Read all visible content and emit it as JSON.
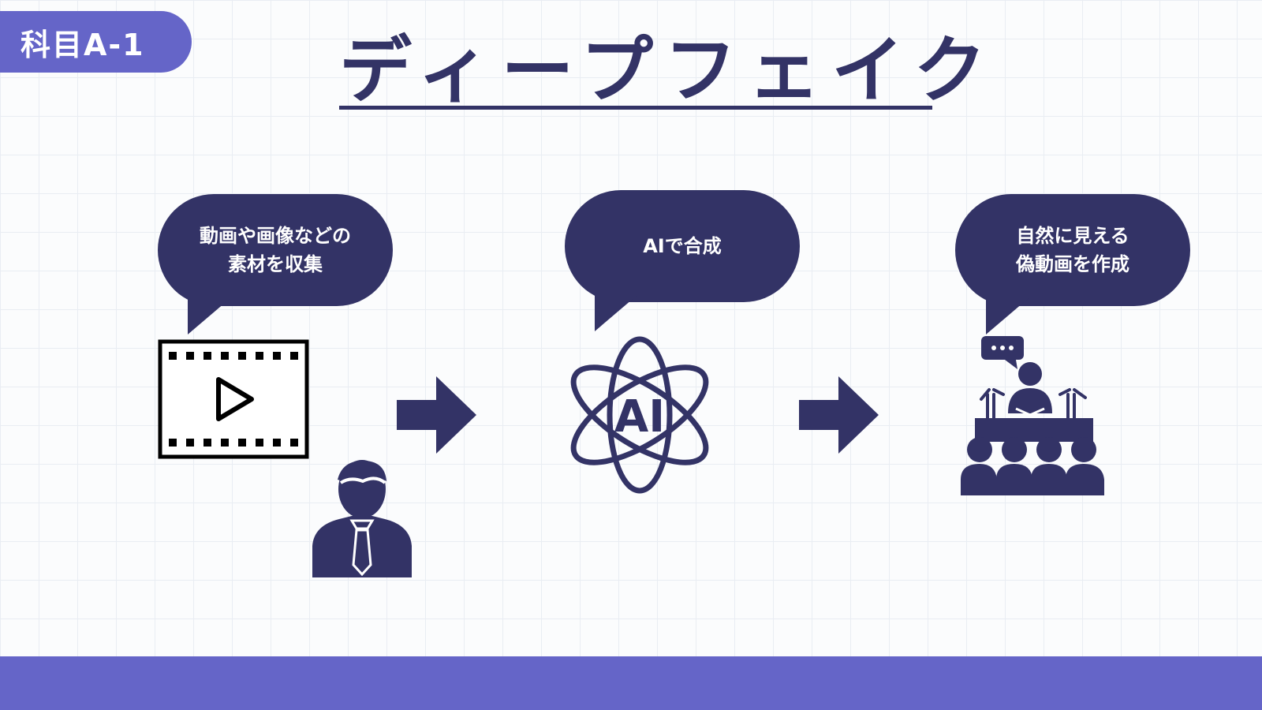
{
  "tag": "科目A-1",
  "title": "ディープフェイク",
  "steps": [
    {
      "lines": [
        "動画や画像などの",
        "素材を収集"
      ],
      "icons": [
        "video-film-icon",
        "person-icon"
      ]
    },
    {
      "lines": [
        "AIで合成"
      ],
      "icons": [
        "ai-atom-icon"
      ]
    },
    {
      "lines": [
        "自然に見える",
        "偽動画を作成"
      ],
      "icons": [
        "press-conference-icon"
      ]
    }
  ],
  "arrows": [
    "right-arrow-icon",
    "right-arrow-icon"
  ],
  "colors": {
    "navy": "#333366",
    "accent": "#6565c8",
    "background": "#fbfcfd"
  }
}
